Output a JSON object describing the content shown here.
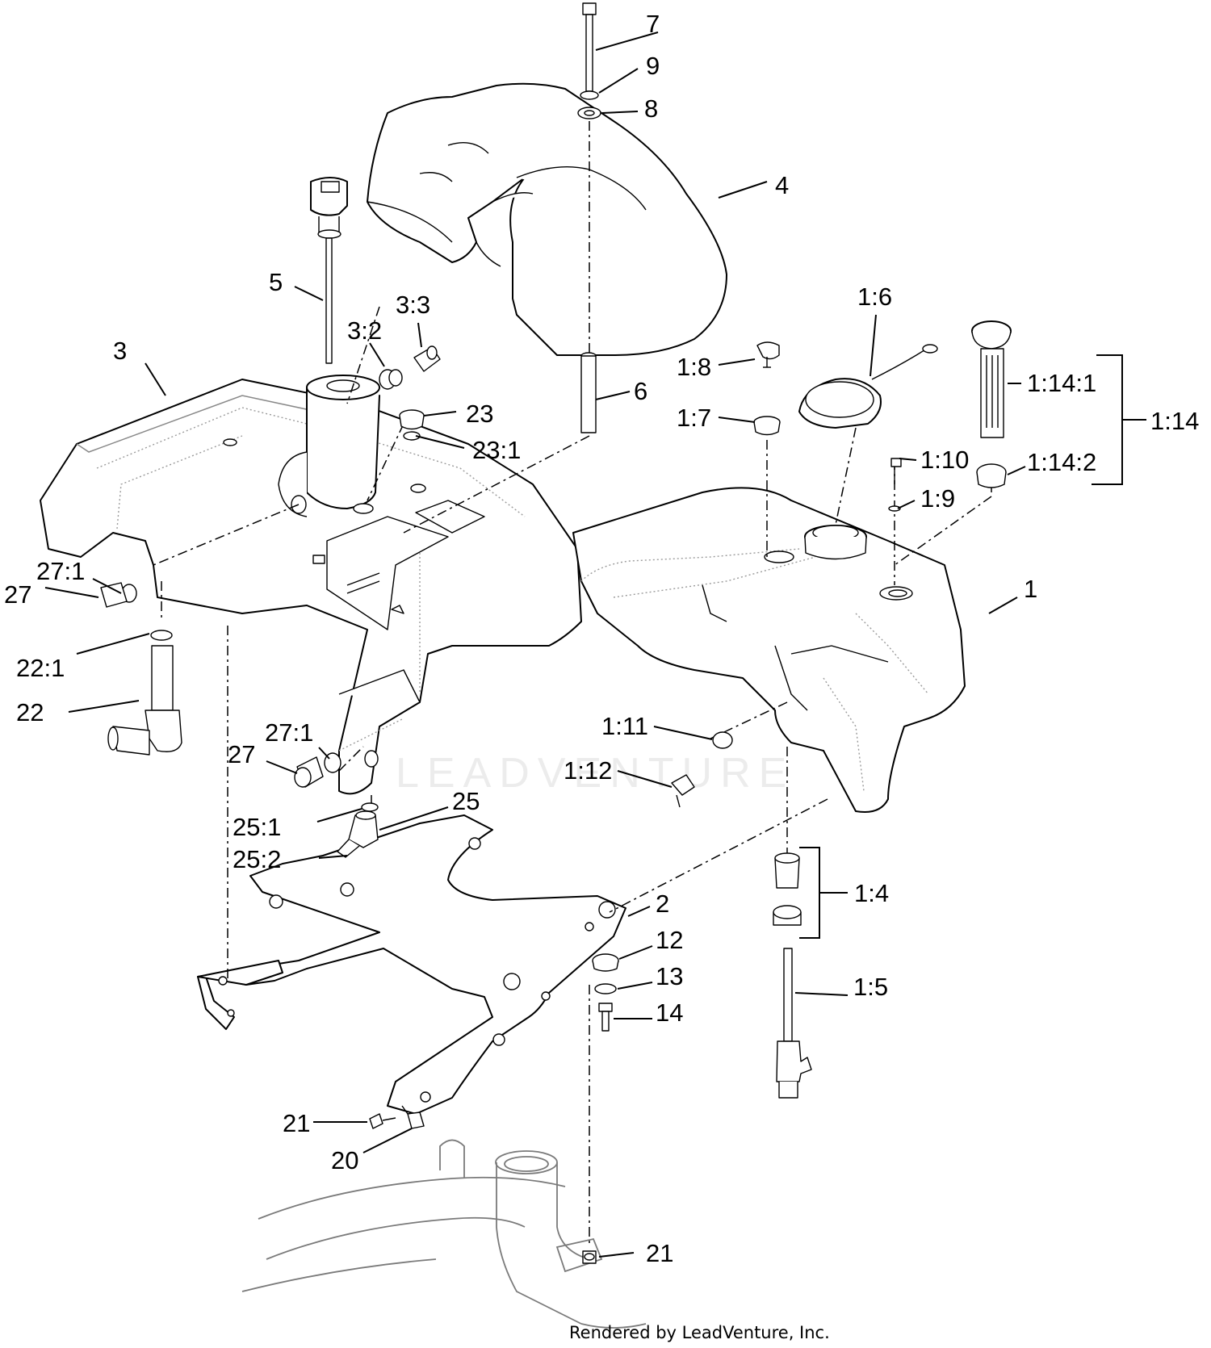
{
  "callouts": {
    "c7": "7",
    "c9": "9",
    "c8": "8",
    "c4": "4",
    "c5": "5",
    "c3_3": "3:3",
    "c3_2": "3:2",
    "c3": "3",
    "c6": "6",
    "c23": "23",
    "c23_1": "23:1",
    "c1_6": "1:6",
    "c1_8": "1:8",
    "c1_7": "1:7",
    "c1_14_1": "1:14:1",
    "c1_14": "1:14",
    "c1_14_2": "1:14:2",
    "c1_10": "1:10",
    "c1_9": "1:9",
    "c1": "1",
    "c27_1a": "27:1",
    "c27a": "27",
    "c22_1": "22:1",
    "c22": "22",
    "c1_11": "1:11",
    "c1_12": "1:12",
    "c27_1b": "27:1",
    "c27b": "27",
    "c25": "25",
    "c25_1": "25:1",
    "c25_2": "25:2",
    "c2": "2",
    "c1_4": "1:4",
    "c12": "12",
    "c13": "13",
    "c14": "14",
    "c1_5": "1:5",
    "c21a": "21",
    "c20": "20",
    "c21b": "21"
  },
  "watermark": "LEADVENTURE",
  "footer": "Rendered by LeadVenture, Inc."
}
